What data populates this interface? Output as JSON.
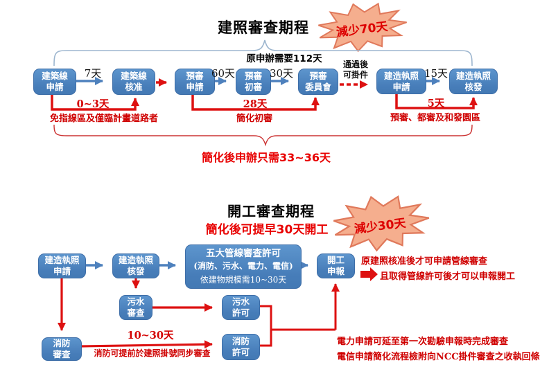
{
  "colors": {
    "box_blue": "#4a84c4",
    "arrow_blue": "#4e81bd",
    "red": "#d40000",
    "burst_fill": "#f5ae8e",
    "burst_stroke": "#e0795b"
  },
  "chart1": {
    "title": "建照審查期程",
    "burst": "減少70天",
    "orig_days": "原申辦需要112天",
    "simplified": "簡化後申辦只需33~36天",
    "boxes": [
      {
        "l1": "建築線",
        "l2": "申請"
      },
      {
        "l1": "建築線",
        "l2": "核准"
      },
      {
        "l1": "預審",
        "l2": "申請"
      },
      {
        "l1": "預審",
        "l2": "初審"
      },
      {
        "l1": "預審",
        "l2": "委員會"
      },
      {
        "l1": "建造執照",
        "l2": "申請"
      },
      {
        "l1": "建造執照",
        "l2": "核發"
      }
    ],
    "arrow_labels": {
      "d7": "7天",
      "d60": "60天",
      "d30": "30天",
      "d15": "15天",
      "pass_l1": "通過後",
      "pass_l2": "可掛件"
    },
    "bypass": [
      {
        "days": "0~3天",
        "note": "免指線區及僅臨計畫道路者"
      },
      {
        "days": "28天",
        "note": "簡化初審"
      },
      {
        "days": "5天",
        "note": "預審、都審及和發園區"
      }
    ]
  },
  "chart2": {
    "title": "開工審查期程",
    "subtitle": "簡化後可提早30天開工",
    "burst": "減少30天",
    "boxes": [
      {
        "l1": "建造執照",
        "l2": "申請"
      },
      {
        "l1": "建造執照",
        "l2": "核發"
      },
      {
        "l1": "五大管線審查許可",
        "l2": "(消防、污水、電力、電信)",
        "l3": "依建物規模需10~30天"
      },
      {
        "l1": "開工",
        "l2": "申報"
      },
      {
        "l1": "污水",
        "l2": "審查"
      },
      {
        "l1": "污水",
        "l2": "許可"
      },
      {
        "l1": "消防",
        "l2": "審查"
      },
      {
        "l1": "消防",
        "l2": "許可"
      }
    ],
    "fire_days": "10~30天",
    "fire_note": "消防可提前於建照掛號同步審查",
    "note_right1": "原建照核准後才可申請管線審查",
    "note_right2": "且取得管線許可後才可以申報開工",
    "note_power": "電力申請可延至第一次勘驗申報時完成審查",
    "note_telecom": "電信申請簡化流程檢附向NCC掛件審查之收執回條"
  }
}
